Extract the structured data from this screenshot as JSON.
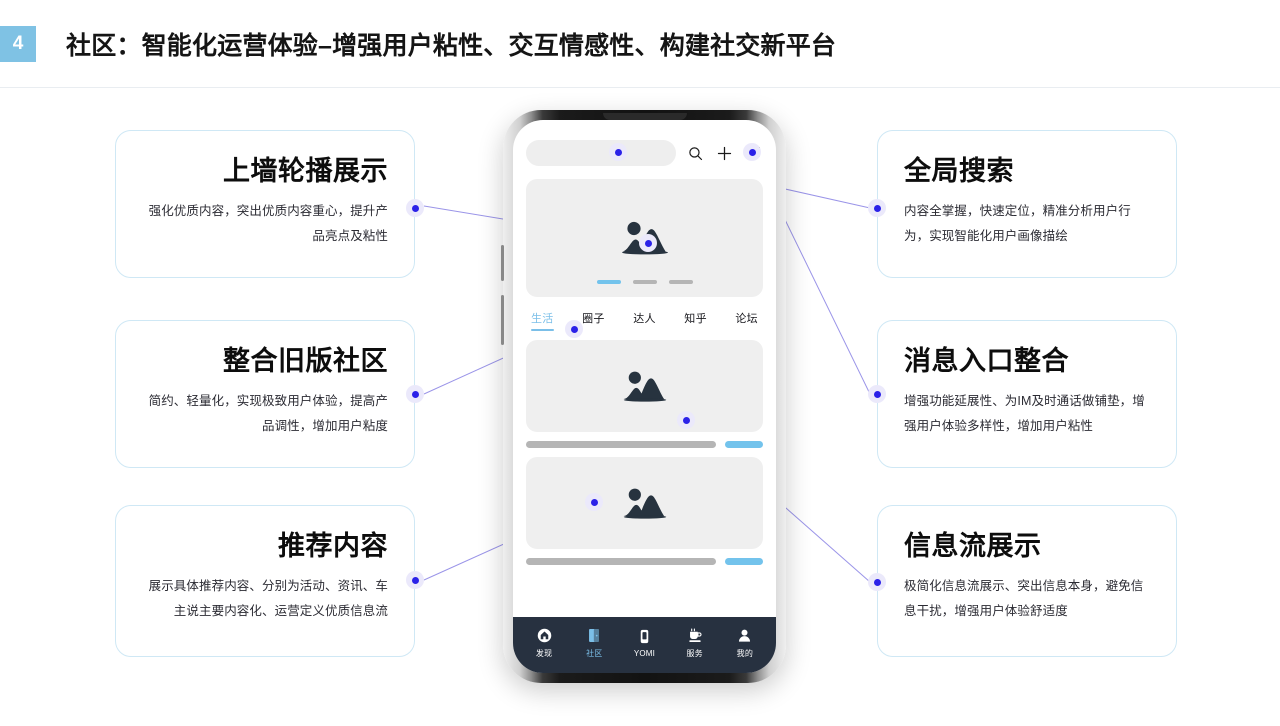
{
  "header": {
    "badge_number": "4",
    "title": "社区：智能化运营体验–增强用户粘性、交互情感性、构建社交新平台",
    "badge_color": "#7fc2e4"
  },
  "theme": {
    "card_border": "#cfe8f5",
    "accent_blue": "#7bbfe8",
    "dot_core": "#2b21e8",
    "dot_halo": "#ebe9fb",
    "connector_line": "#9a94e8",
    "nav_bar_bg": "#273140",
    "placeholder_gray": "#efefef"
  },
  "cards": [
    {
      "id": "wall",
      "title": "上墙轮播展示",
      "desc": "强化优质内容，突出优质内容重心，提升产品亮点及粘性",
      "side": "left"
    },
    {
      "id": "legacy",
      "title": "整合旧版社区",
      "desc": "简约、轻量化，实现极致用户体验，提高产品调性，增加用户粘度",
      "side": "left"
    },
    {
      "id": "recommend",
      "title": "推荐内容",
      "desc": "展示具体推荐内容、分别为活动、资讯、车主说主要内容化、运营定义优质信息流",
      "side": "left"
    },
    {
      "id": "search",
      "title": "全局搜索",
      "desc": "内容全掌握，快速定位，精准分析用户行为，实现智能化用户画像描绘",
      "side": "right"
    },
    {
      "id": "message",
      "title": "消息入口整合",
      "desc": "增强功能延展性、为IM及时通话做铺垫，增强用户体验多样性，增加用户粘性",
      "side": "right"
    },
    {
      "id": "feed",
      "title": "信息流展示",
      "desc": "极简化信息流展示、突出信息本身，避免信息干扰，增强用户体验舒适度",
      "side": "right"
    }
  ],
  "phone": {
    "topbar": {
      "search_placeholder": "",
      "icons": [
        "search-icon",
        "plus-icon",
        "message-icon"
      ]
    },
    "hero": {
      "image_alt": "image-placeholder",
      "carousel_dots": 3,
      "active_dot_index": 0
    },
    "tabs": [
      {
        "label": "生活",
        "active": true
      },
      {
        "label": "圈子",
        "active": false
      },
      {
        "label": "达人",
        "active": false
      },
      {
        "label": "知乎",
        "active": false
      },
      {
        "label": "论坛",
        "active": false
      }
    ],
    "feed_items": [
      {
        "image_alt": "image-placeholder"
      },
      {
        "image_alt": "image-placeholder"
      }
    ],
    "bottom_nav": [
      {
        "label": "发现",
        "icon": "home-icon",
        "active": false
      },
      {
        "label": "社区",
        "icon": "community-icon",
        "active": true
      },
      {
        "label": "YOMI",
        "icon": "device-icon",
        "active": false
      },
      {
        "label": "服务",
        "icon": "service-icon",
        "active": false
      },
      {
        "label": "我的",
        "icon": "person-icon",
        "active": false
      }
    ]
  }
}
